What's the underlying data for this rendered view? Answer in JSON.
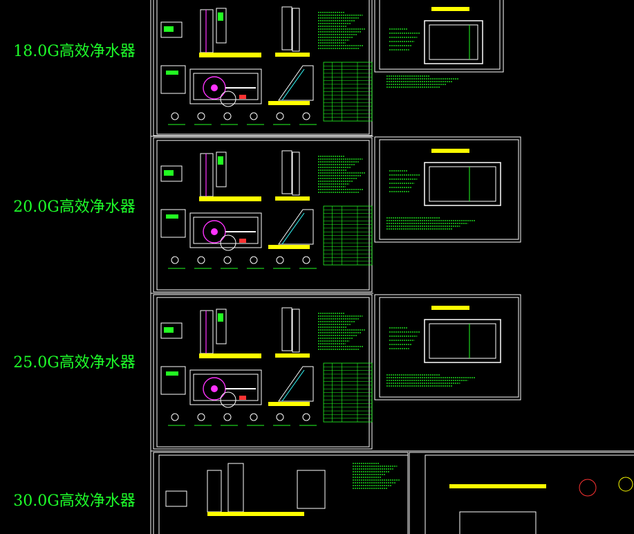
{
  "rows": [
    {
      "label": "18.0G高效净水器"
    },
    {
      "label": "20.0G高效净水器"
    },
    {
      "label": "25.0G高效净水器"
    },
    {
      "label": "30.0G高效净水器"
    }
  ],
  "colors": {
    "background": "#000000",
    "frame": "#ffffff",
    "label": "#1eff2a",
    "text_lines": "#22ff22",
    "highlight": "#ffff00",
    "accent": "#ff33ff",
    "detail": "#ff3333",
    "cyan": "#33ffff"
  }
}
